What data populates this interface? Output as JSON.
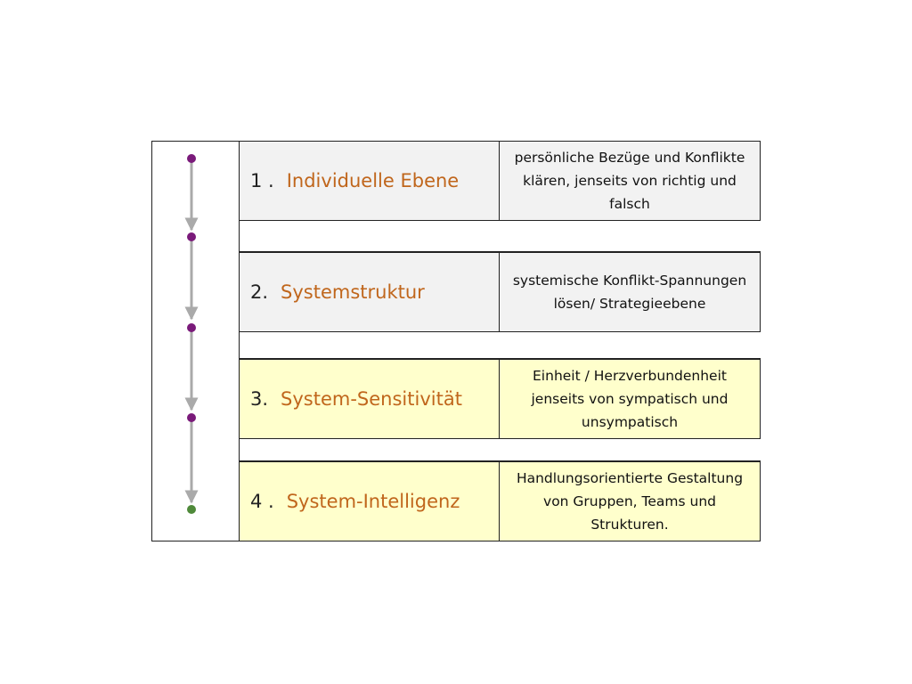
{
  "levels": [
    {
      "number": "1 .",
      "title": "Individuelle Ebene",
      "description": "persönliche Bezüge und Konflikte klären,  jenseits von richtig und falsch",
      "style": "gray"
    },
    {
      "number": "2.",
      "title": "Systemstruktur",
      "description": "systemische Konflikt-Spannungen lösen/ Strategieebene",
      "style": "gray"
    },
    {
      "number": "3.",
      "title": "System-Sensitivität",
      "description": "Einheit / Herzverbundenheit jenseits von sympatisch und unsympatisch",
      "style": "yellow"
    },
    {
      "number": "4 .",
      "title": "System-Intelligenz",
      "description": "Handlungsorientierte Gestaltung von Gruppen, Teams und Strukturen.",
      "style": "yellow"
    }
  ],
  "colors": {
    "title_text": "#c0661c",
    "node_purple": "#7a1a7a",
    "node_green": "#4f8a3a",
    "arrow": "#aaaaaa",
    "row_gray": "#f2f2f2",
    "row_yellow": "#ffffcc"
  }
}
